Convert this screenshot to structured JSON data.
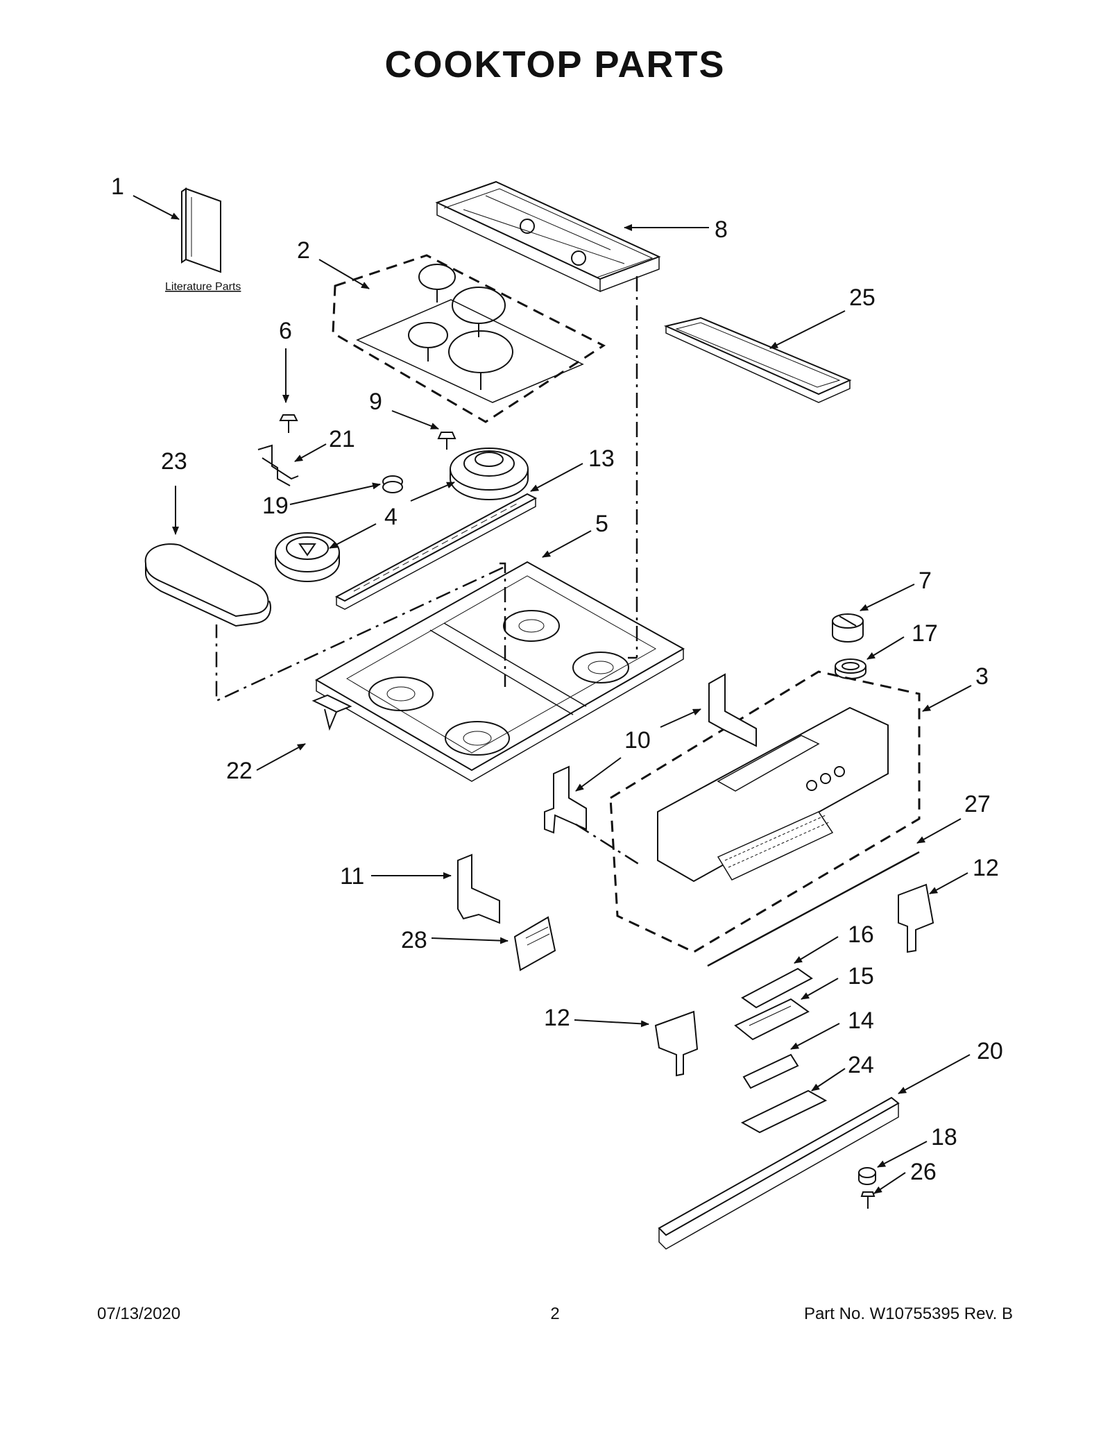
{
  "page": {
    "title": "COOKTOP  PARTS",
    "literature_label": "Literature Parts"
  },
  "footer": {
    "date": "07/13/2020",
    "page_number": "2",
    "part_number": "Part No.  W10755395   Rev.  B"
  },
  "callouts": [
    {
      "id": "1",
      "label": "1"
    },
    {
      "id": "2",
      "label": "2"
    },
    {
      "id": "3",
      "label": "3"
    },
    {
      "id": "4a",
      "label": "4"
    },
    {
      "id": "5",
      "label": "5"
    },
    {
      "id": "6",
      "label": "6"
    },
    {
      "id": "7",
      "label": "7"
    },
    {
      "id": "8",
      "label": "8"
    },
    {
      "id": "9",
      "label": "9"
    },
    {
      "id": "10",
      "label": "10"
    },
    {
      "id": "11",
      "label": "11"
    },
    {
      "id": "12a",
      "label": "12"
    },
    {
      "id": "12b",
      "label": "12"
    },
    {
      "id": "13",
      "label": "13"
    },
    {
      "id": "14",
      "label": "14"
    },
    {
      "id": "15",
      "label": "15"
    },
    {
      "id": "16",
      "label": "16"
    },
    {
      "id": "17",
      "label": "17"
    },
    {
      "id": "18",
      "label": "18"
    },
    {
      "id": "19",
      "label": "19"
    },
    {
      "id": "20",
      "label": "20"
    },
    {
      "id": "21",
      "label": "21"
    },
    {
      "id": "22",
      "label": "22"
    },
    {
      "id": "23",
      "label": "23"
    },
    {
      "id": "24",
      "label": "24"
    },
    {
      "id": "25",
      "label": "25"
    },
    {
      "id": "26",
      "label": "26"
    },
    {
      "id": "27",
      "label": "27"
    },
    {
      "id": "28",
      "label": "28"
    }
  ]
}
